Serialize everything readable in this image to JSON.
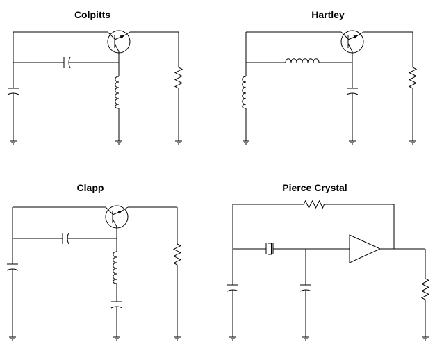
{
  "diagram": {
    "title": "",
    "circuits": [
      {
        "id": "colpitts",
        "title": "Colpitts",
        "components": [
          "npn-transistor-icon",
          "capacitor-icon",
          "capacitor-icon",
          "inductor-icon",
          "resistor-icon",
          "ground-icon",
          "ground-icon",
          "ground-icon"
        ]
      },
      {
        "id": "hartley",
        "title": "Hartley",
        "components": [
          "npn-transistor-icon",
          "inductor-icon",
          "inductor-icon",
          "capacitor-icon",
          "resistor-icon",
          "ground-icon",
          "ground-icon",
          "ground-icon"
        ]
      },
      {
        "id": "clapp",
        "title": "Clapp",
        "components": [
          "npn-transistor-icon",
          "capacitor-icon",
          "capacitor-icon",
          "inductor-icon",
          "capacitor-icon",
          "resistor-icon",
          "ground-icon",
          "ground-icon",
          "ground-icon"
        ]
      },
      {
        "id": "pierce",
        "title": "Pierce Crystal",
        "components": [
          "resistor-icon",
          "crystal-icon",
          "amplifier-icon",
          "capacitor-icon",
          "capacitor-icon",
          "resistor-icon",
          "ground-icon",
          "ground-icon",
          "ground-icon"
        ]
      }
    ]
  }
}
